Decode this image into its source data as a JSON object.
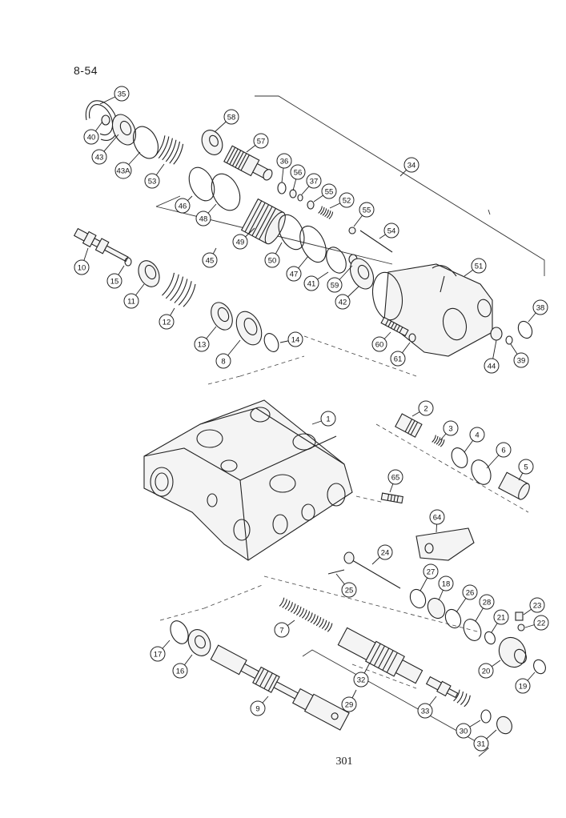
{
  "header": {
    "section": "8-54"
  },
  "footer": {
    "page_number": "301"
  },
  "callouts": [
    {
      "label": "35"
    },
    {
      "label": "40"
    },
    {
      "label": "43"
    },
    {
      "label": "43A"
    },
    {
      "label": "53"
    },
    {
      "label": "58"
    },
    {
      "label": "57"
    },
    {
      "label": "36"
    },
    {
      "label": "56"
    },
    {
      "label": "37"
    },
    {
      "label": "55"
    },
    {
      "label": "52"
    },
    {
      "label": "55"
    },
    {
      "label": "34"
    },
    {
      "label": "54"
    },
    {
      "label": "46"
    },
    {
      "label": "48"
    },
    {
      "label": "49"
    },
    {
      "label": "50"
    },
    {
      "label": "47"
    },
    {
      "label": "45"
    },
    {
      "label": "41"
    },
    {
      "label": "59"
    },
    {
      "label": "42"
    },
    {
      "label": "51"
    },
    {
      "label": "10"
    },
    {
      "label": "15"
    },
    {
      "label": "11"
    },
    {
      "label": "12"
    },
    {
      "label": "13"
    },
    {
      "label": "8"
    },
    {
      "label": "14"
    },
    {
      "label": "60"
    },
    {
      "label": "61"
    },
    {
      "label": "38"
    },
    {
      "label": "39"
    },
    {
      "label": "44"
    },
    {
      "label": "1"
    },
    {
      "label": "2"
    },
    {
      "label": "3"
    },
    {
      "label": "4"
    },
    {
      "label": "6"
    },
    {
      "label": "5"
    },
    {
      "label": "65"
    },
    {
      "label": "64"
    },
    {
      "label": "24"
    },
    {
      "label": "25"
    },
    {
      "label": "27"
    },
    {
      "label": "18"
    },
    {
      "label": "26"
    },
    {
      "label": "28"
    },
    {
      "label": "23"
    },
    {
      "label": "22"
    },
    {
      "label": "21"
    },
    {
      "label": "7"
    },
    {
      "label": "17"
    },
    {
      "label": "16"
    },
    {
      "label": "20"
    },
    {
      "label": "19"
    },
    {
      "label": "32"
    },
    {
      "label": "9"
    },
    {
      "label": "29"
    },
    {
      "label": "33"
    },
    {
      "label": "30"
    },
    {
      "label": "31"
    }
  ]
}
